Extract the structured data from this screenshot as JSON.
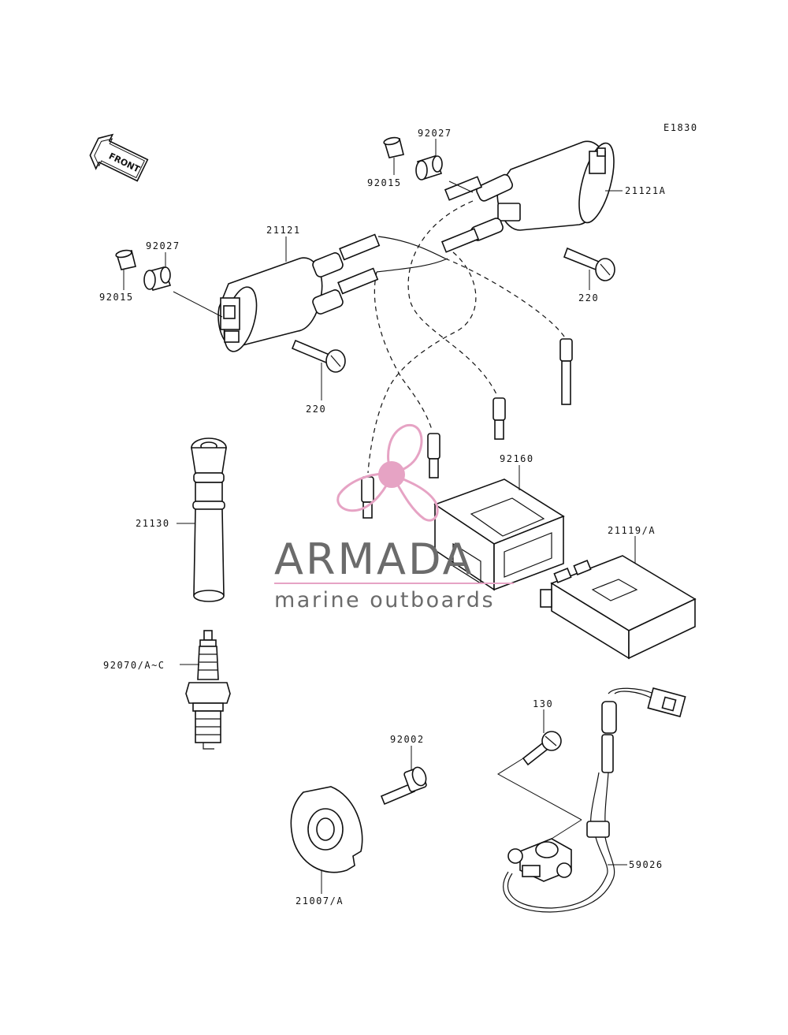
{
  "diagram": {
    "code": "E1830",
    "front_label": "FRONT",
    "parts": {
      "p92027_top": "92027",
      "p92015_top": "92015",
      "p21121A": "21121A",
      "p92027_left": "92027",
      "p21121": "21121",
      "p92015_left": "92015",
      "p220_right": "220",
      "p220_left": "220",
      "p92160": "92160",
      "p21130": "21130",
      "p21119A": "21119/A",
      "p92070": "92070/A~C",
      "p130": "130",
      "p92002": "92002",
      "p59026": "59026",
      "p21007A": "21007/A"
    }
  },
  "watermark": {
    "brand": "ARMADA",
    "tagline": "marine outboards",
    "color": "#e6a3c4"
  }
}
